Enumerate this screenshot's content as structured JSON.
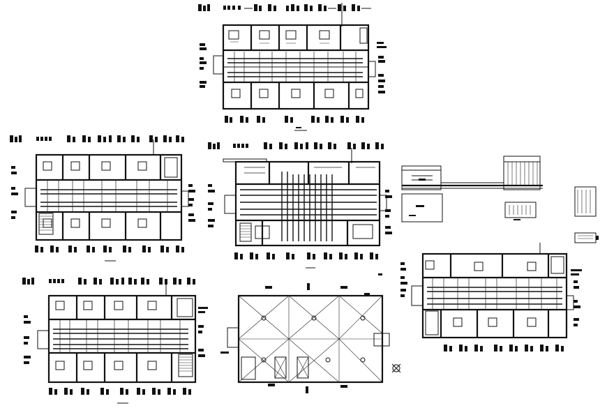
{
  "drawing": {
    "plans": [
      {
        "id": "plan-top-center"
      },
      {
        "id": "plan-middle-left"
      },
      {
        "id": "plan-middle-center-services"
      },
      {
        "id": "plan-bottom-left"
      },
      {
        "id": "plan-bottom-center-ceiling"
      },
      {
        "id": "plan-bottom-right"
      },
      {
        "id": "section-elevation-right"
      }
    ]
  },
  "colors": {
    "ink": "#111111",
    "paper": "#ffffff"
  }
}
